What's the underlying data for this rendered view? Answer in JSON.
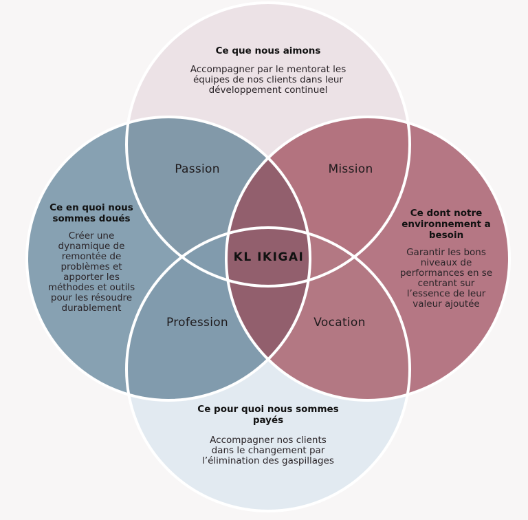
{
  "diagram": {
    "type": "venn-4",
    "center_label": "KL IKIGAI",
    "colors": {
      "background": "#f8f6f6",
      "top_circle": "#ece2e6",
      "left_circle": "#87a1b2",
      "right_circle": "#b57784",
      "bottom_circle": "#e2eaf1",
      "left_right_overlap": "#925f6d",
      "outline": "#ffffff"
    },
    "circles": {
      "top": {
        "title": "Ce que nous aimons",
        "body_lines": [
          "Accompagner par le mentorat les",
          "équipes de nos clients dans leur",
          "développement continuel"
        ]
      },
      "left": {
        "title_lines": [
          "Ce en quoi nous",
          "sommes doués"
        ],
        "body_lines": [
          "Créer une",
          "dynamique de",
          "remontée de",
          "problèmes et",
          "apporter les",
          "méthodes et outils",
          "pour les résoudre",
          "durablement"
        ]
      },
      "right": {
        "title_lines": [
          "Ce dont notre",
          "environnement a",
          "besoin"
        ],
        "body_lines": [
          "Garantir les bons",
          "niveaux de",
          "performances en se",
          "centrant sur",
          "l’essence de leur",
          "valeur ajoutée"
        ]
      },
      "bottom": {
        "title_lines": [
          "Ce pour quoi nous sommes",
          "payés"
        ],
        "body_lines": [
          "Accompagner nos clients",
          "dans le changement par",
          "l’élimination des gaspillages"
        ]
      }
    },
    "overlaps": {
      "passion": "Passion",
      "mission": "Mission",
      "profession": "Profession",
      "vocation": "Vocation"
    }
  }
}
